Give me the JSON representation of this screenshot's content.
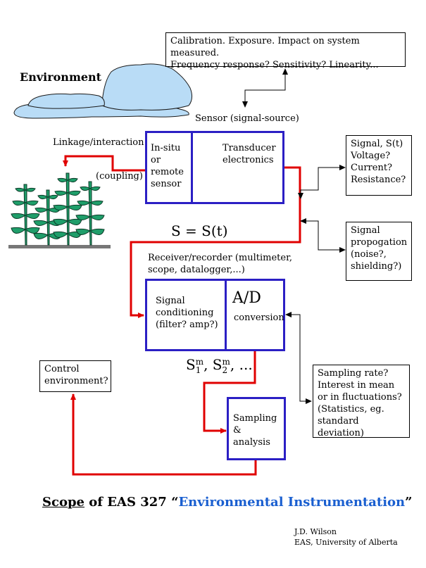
{
  "environment_label": "Environment",
  "sensor_label": "Sensor (signal-source)",
  "calibration_box": {
    "line1": "Calibration. Exposure. Impact on system measured.",
    "line2": "Frequency response? Sensitivity? Linearity..."
  },
  "linkage_label": "Linkage/interaction",
  "coupling_label": "(coupling)",
  "insitu_lines": [
    "In-situ",
    "or",
    "remote",
    "sensor"
  ],
  "transducer_lines": [
    "Transducer",
    "electronics"
  ],
  "signal_box_lines": [
    "Signal, S(t)",
    "Voltage?",
    "Current?",
    "Resistance?"
  ],
  "propagation_box_lines": [
    "Signal",
    "propogation",
    "(noise?,",
    "shielding?)"
  ],
  "s_equation": "S = S(t)",
  "receiver_lines": [
    "Receiver/recorder (multimeter,",
    "scope, datalogger,...)"
  ],
  "conditioning_lines": [
    "Signal",
    "conditioning",
    "(filter? amp?)"
  ],
  "ad_title": "A/D",
  "ad_sub": "conversion",
  "sm_label": {
    "s": "S",
    "sub1": "1",
    "sup1": "m",
    "sep": ", S",
    "sub2": "2",
    "sup2": "m",
    "tail": ", ..."
  },
  "control_lines": [
    "Control",
    "environment?"
  ],
  "sampling_rate_lines": [
    "Sampling rate?",
    "Interest in mean",
    "or in fluctuations?",
    "(Statistics, eg.",
    "standard deviation)"
  ],
  "sampling_lines": [
    "Sampling",
    "&",
    "analysis"
  ],
  "title": {
    "scope": "Scope",
    "of": " of EAS 327 “",
    "course": "Environmental Instrumentation",
    "close": "”"
  },
  "credit_lines": [
    "J.D. Wilson",
    "EAS, University of Alberta"
  ],
  "colors": {
    "blue_box": "#2b1fc4",
    "red_line": "#e00000",
    "title_blue": "#1a5fd0",
    "cloud_fill": "#b9dcf6",
    "plant_fill": "#1f9e6a",
    "ground": "#777777"
  }
}
